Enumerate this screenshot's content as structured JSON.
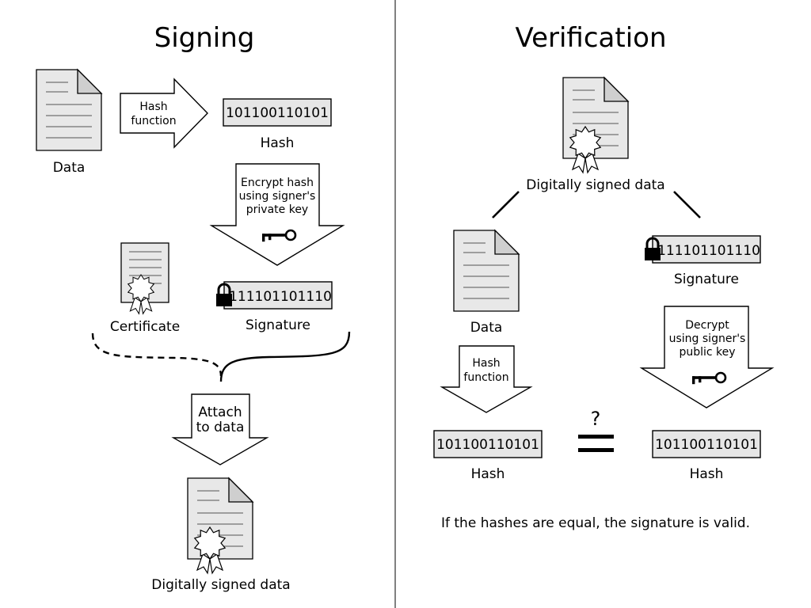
{
  "signing": {
    "title": "Signing",
    "data_label": "Data",
    "hash_function": [
      "Hash",
      "function"
    ],
    "hash_value": "101100110101",
    "hash_label": "Hash",
    "encrypt_text": [
      "Encrypt hash",
      "using signer's",
      "private key"
    ],
    "signature_value": "111101101110",
    "signature_label": "Signature",
    "certificate_label": "Certificate",
    "attach_text": [
      "Attach",
      "to data"
    ],
    "signed_label": "Digitally signed data"
  },
  "verification": {
    "title": "Verification",
    "signed_label": "Digitally signed data",
    "data_label": "Data",
    "signature_value": "111101101110",
    "signature_label": "Signature",
    "hash_function": [
      "Hash",
      "function"
    ],
    "decrypt_text": [
      "Decrypt",
      "using signer's",
      "public key"
    ],
    "left_hash_value": "101100110101",
    "left_hash_label": "Hash",
    "right_hash_value": "101100110101",
    "right_hash_label": "Hash",
    "question_mark": "?",
    "conclusion": "If the hashes are equal, the signature is valid."
  },
  "icons": {
    "document": "document-icon",
    "seal": "seal-icon",
    "key": "key-icon",
    "lock": "lock-icon"
  }
}
